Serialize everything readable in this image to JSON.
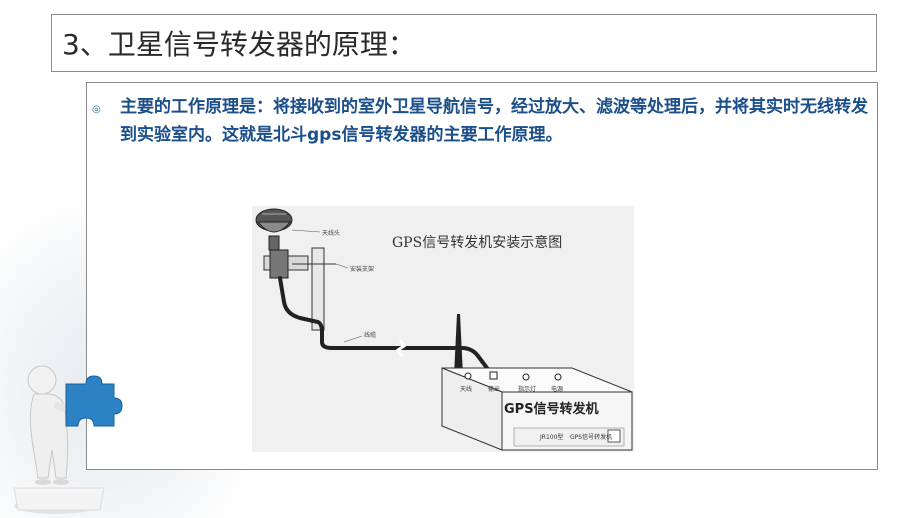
{
  "slide": {
    "title": "3、卫星信号转发器的原理：",
    "bullet_text": "主要的工作原理是：将接收到的室外卫星导航信号，经过放大、滤波等处理后，并将其实时无线转发到实验室内。这就是北斗gps信号转发器的主要工作原理。"
  },
  "figure": {
    "title": "GPS信号转发机安装示意图",
    "device_label": "GPS信号转发机",
    "labels": {
      "antenna_head": "天线头",
      "mount_bracket": "安装支架",
      "cable": "线缆"
    },
    "port_labels": [
      "天线",
      "输出",
      "指示灯",
      "电源"
    ],
    "model_text": "JR100型",
    "product_text": "GPS信号转发机"
  },
  "colors": {
    "title_text": "#2a2a2a",
    "body_text": "#1b4f8a",
    "puzzle": "#2b83c6",
    "border": "#8a8a8a"
  },
  "icons": {
    "bullet": "circle-bullet-icon",
    "mascot": "figure-holding-puzzle-icon"
  }
}
